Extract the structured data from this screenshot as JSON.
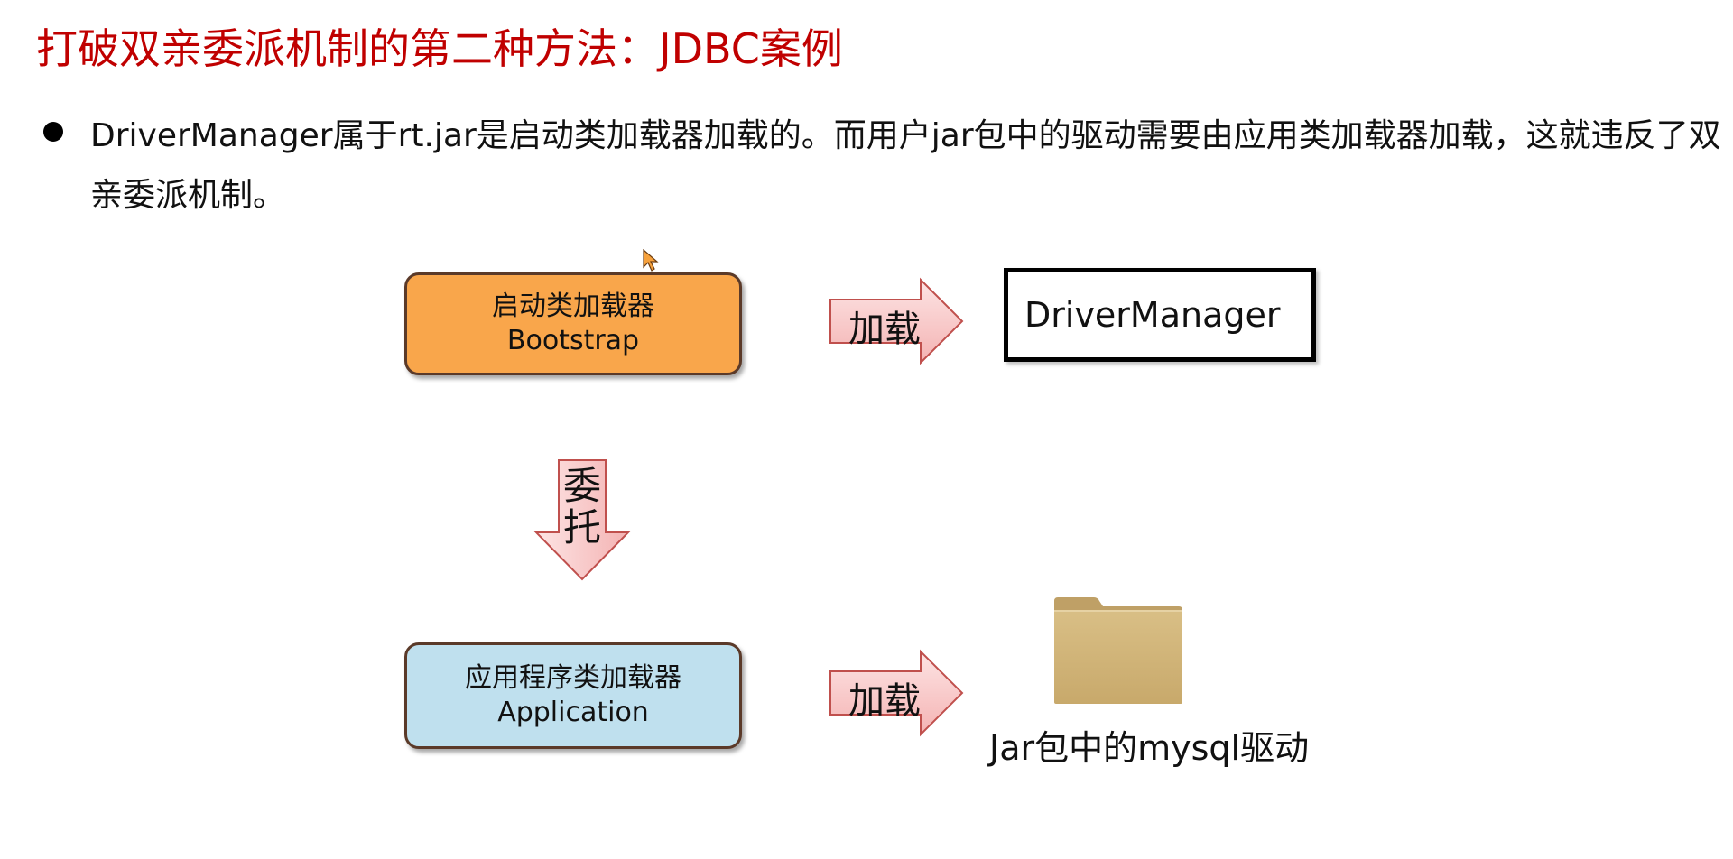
{
  "title": "打破双亲委派机制的第二种方法：JDBC案例",
  "bullet": {
    "text": "DriverManager属于rt.jar是启动类加载器加载的。而用户jar包中的驱动需要由应用类加载器加载，这就违反了双亲委派机制。"
  },
  "diagram": {
    "bootstrap_box": {
      "line1": "启动类加载器",
      "line2": "Bootstrap",
      "color": "#f9a64b"
    },
    "application_box": {
      "line1": "应用程序类加载器",
      "line2": "Application",
      "color": "#bfe0ee"
    },
    "driver_box": {
      "label": "DriverManager"
    },
    "load_arrow_top": {
      "label": "加载"
    },
    "load_arrow_bottom": {
      "label": "加载"
    },
    "delegate_arrow": {
      "char1": "委",
      "char2": "托"
    },
    "jar": {
      "icon": "folder-icon",
      "label": "Jar包中的mysql驱动"
    },
    "arrow_color": "#f7c6c6",
    "arrow_border": "#c0504d"
  }
}
